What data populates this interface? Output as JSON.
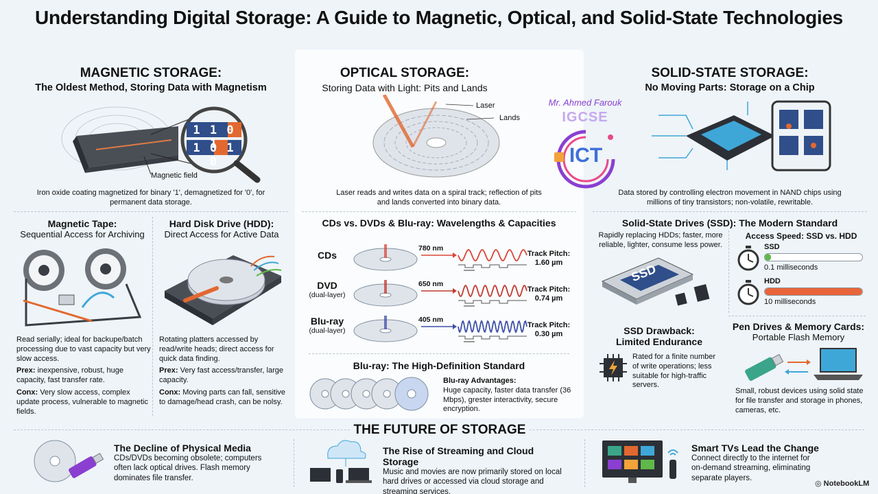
{
  "title": "Understanding Digital Storage: A Guide to Magnetic, Optical, and Solid-State Technologies",
  "magnetic": {
    "heading": "MAGNETIC STORAGE:",
    "subheading": "The Oldest Method, Storing Data with Magnetism",
    "bits_row1": "1 1 0 1",
    "bits_row2": "1 0 1 0",
    "field_label": "Magnetic field",
    "caption": "Iron oxide coating magnetized for binary '1', demagnetized for '0', for permanent data storage.",
    "tape": {
      "title": "Magnetic Tape:",
      "subtitle": "Sequential Access for Archiving",
      "desc": "Read serially; ideal for backupe/batch processing due to vast capacity but very slow access.",
      "pros_label": "Prex:",
      "pros": "inexpensive, robust, huge capacity, fast transfer rate.",
      "cons_label": "Conx:",
      "cons": "Very slow access, complex update process, vulnerable to magnetic fields."
    },
    "hdd": {
      "title": "Hard Disk Drive (HDD):",
      "subtitle": "Direct Access for Active Data",
      "desc": "Rotating platters accessed by read/write heads; direct access for quick data finding.",
      "pros_label": "Prex:",
      "pros": "Very fast access/transfer, large capacity.",
      "cons_label": "Conx:",
      "cons": "Moving parts can fall, sensitive to damage/head crash, can be nolsy."
    }
  },
  "optical": {
    "heading": "OPTICAL STORAGE:",
    "subheading": "Storing Data with Light: Pits and Lands",
    "laser_label": "Laser",
    "lands_label": "Lands",
    "caption": "Laser reads and writes data on a spiral track; reflection of pits and lands converted into binary data.",
    "compare_title": "CDs vs. DVDs & Blu-ray: Wavelengths & Capacities",
    "rows": [
      {
        "name": "CDs",
        "sub": "",
        "nm": "780 nm",
        "pitch_label": "Track Pitch:",
        "pitch": "1.60 µm",
        "color": "#d9473a"
      },
      {
        "name": "DVD",
        "sub": "(dual-layer)",
        "nm": "650 nm",
        "pitch_label": "Track Pitch:",
        "pitch": "0.74 µm",
        "color": "#c23a30"
      },
      {
        "name": "Blu-ray",
        "sub": "(dual-layer)",
        "nm": "405 nm",
        "pitch_label": "Track Pitch:",
        "pitch": "0.30 µm",
        "color": "#3e4fa8"
      }
    ],
    "bluray_title": "Blu-ray: The High-Definition Standard",
    "bluray_adv_title": "Blu-ray Advantages:",
    "bluray_adv": "Huge capacity, faster data transfer (36 Mbps), grester interactivity, secure encryption."
  },
  "logo": {
    "author": "Mr. Ahmed Farouk",
    "course": "IGCSE",
    "badge": "ICT"
  },
  "solid": {
    "heading": "SOLID-STATE STORAGE:",
    "subheading": "No Moving Parts: Storage on a Chip",
    "caption": "Data stored by controlling electron movement in NAND chips using millions of tiny transistors; non-volatile, rewritable.",
    "ssd_title": "Solid-State Drives (SSD): The Modern Standard",
    "ssd_desc": "Rapidly replacing HDDs; faster, more reliable, lighter, consume less power.",
    "ssd_label": "SSD",
    "speed_title": "Access Speed: SSD vs. HDD",
    "speed": [
      {
        "name": "SSD",
        "value": "0.1 milliseconds",
        "fill": 0.03,
        "color": "#5fb84a"
      },
      {
        "name": "HDD",
        "value": "10 milliseconds",
        "fill": 1.0,
        "color": "#e8643a"
      }
    ],
    "drawback_title": "SSD Drawback:",
    "drawback_sub": "Limited Endurance",
    "drawback_desc": "Rated for a finite number of write operations; less suitable for high-traffic servers.",
    "pen_title": "Pen Drives & Memory Cards:",
    "pen_sub": "Portable Flash Memory",
    "pen_desc": "Small, robust devices using solid state for file transfer and storage in phones, cameras, etc."
  },
  "future": {
    "heading": "THE FUTURE OF STORAGE",
    "items": [
      {
        "title": "The Decline of Physical Media",
        "desc": "CDs/DVDs becoming obsolete; computers often lack optical drives. Flash memory dominates file transfer."
      },
      {
        "title": "The Rise of Streaming and Cloud Storage",
        "desc": "Music and movies are now primarily stored on local hard drives or accessed via cloud storage and streaming services."
      },
      {
        "title": "Smart TVs Lead the Change",
        "desc": "Connect directly to the internet for on-demand streaming, eliminating separate players."
      }
    ]
  },
  "watermark": "NotebookLM"
}
